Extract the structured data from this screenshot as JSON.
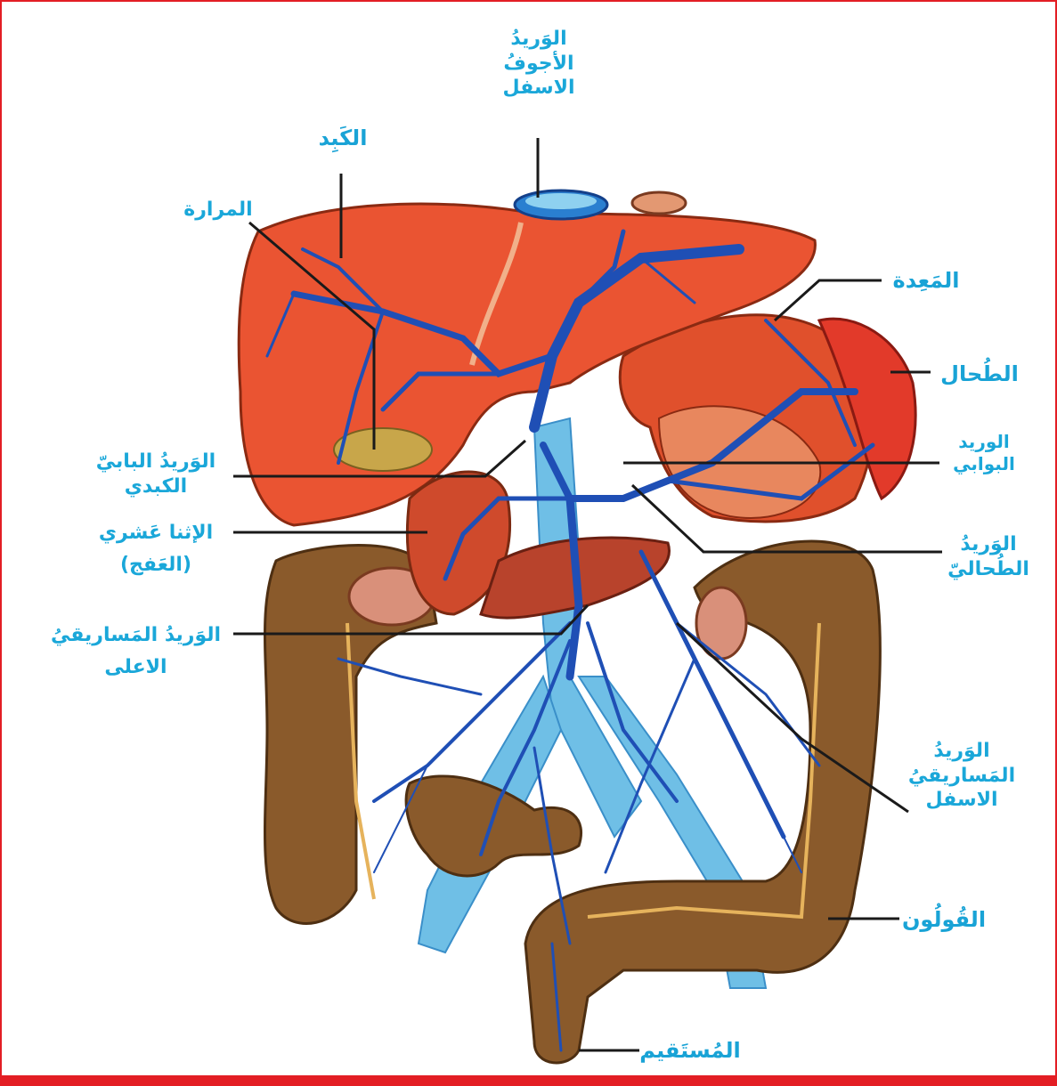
{
  "colors": {
    "frame": "#e31e24",
    "label": "#1aa7d9",
    "vein": "#1f4fb5",
    "organ": "#e8512e",
    "colon": "#7a5026"
  },
  "labels": {
    "ivc": [
      "الوَريدُ",
      "الأجوفُ",
      "الاسفل"
    ],
    "liver": "الكَبِد",
    "gallbladder": "المرارة",
    "stomach": "المَعِدة",
    "spleen": "الطُحال",
    "portal_vein": [
      "الوريد",
      "البوابي"
    ],
    "hepatic_portal_vein": [
      "الوَريدُ البابيّ",
      "الكبدي"
    ],
    "duodenum": [
      "الإثنا عَشري",
      "(العَفج)"
    ],
    "splenic_vein": [
      "الوَريدُ",
      "الطُحاليّ"
    ],
    "superior_mesenteric_vein": [
      "الوَريدُ المَساريقيُ",
      "الاعلى"
    ],
    "inferior_mesenteric_vein": [
      "الوَريدُ",
      "المَساريقيُ",
      "الاسفل"
    ],
    "colon": "القُولُون",
    "rectum": "المُستَقيم"
  }
}
